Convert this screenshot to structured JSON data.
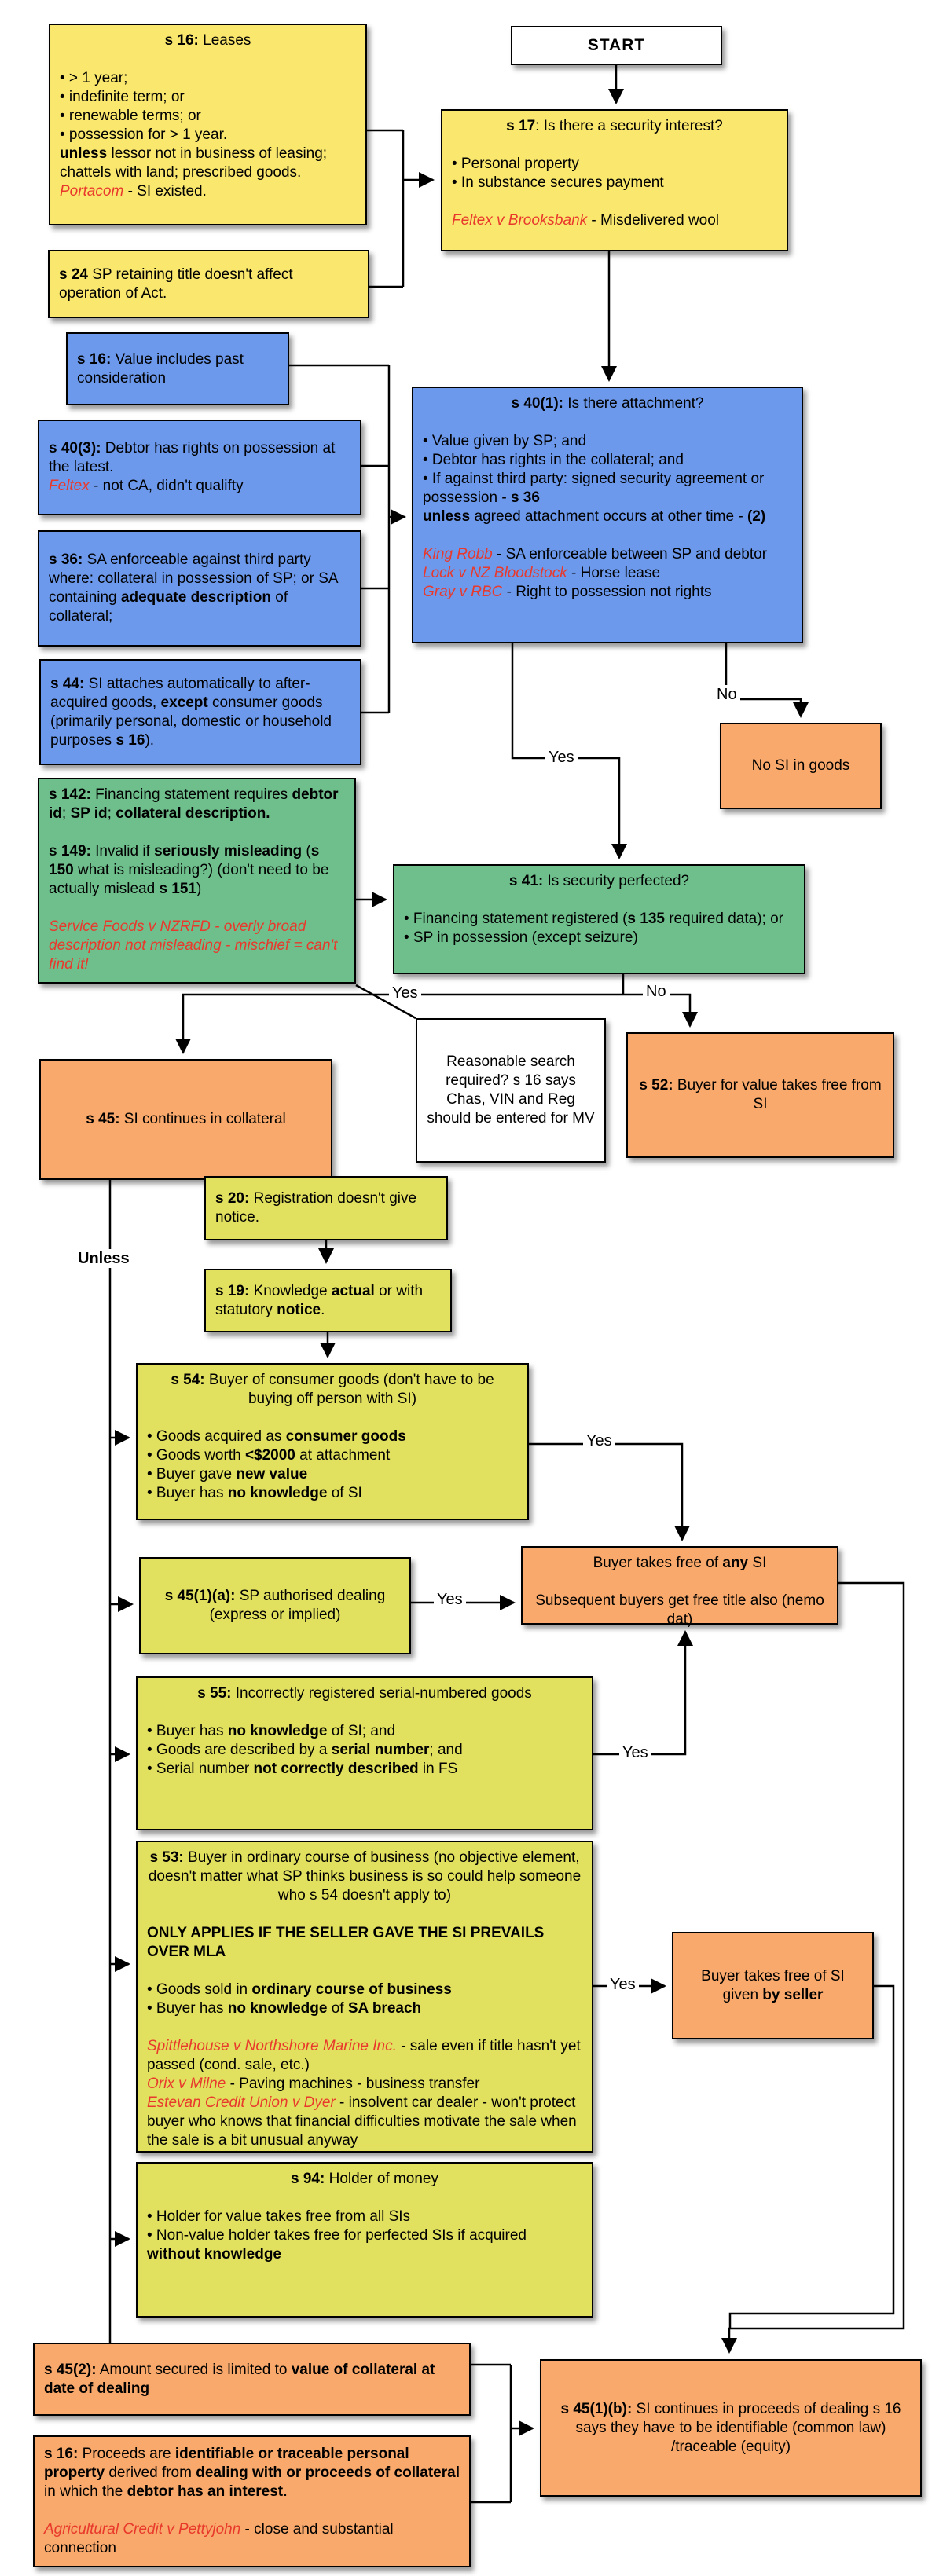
{
  "colors": {
    "yellow": "#FAE76E",
    "blue": "#6C99EC",
    "green": "#6FBF8D",
    "orange": "#F9A96B",
    "olive": "#E2E15F",
    "white": "#FFFFFF",
    "red": "#E8392C",
    "line": "#000000"
  },
  "edge_labels": {
    "yes": "Yes",
    "no": "No",
    "unless": "Unless"
  },
  "nodes": {
    "start": {
      "body": [
        [
          {
            "t": "START",
            "b": 1
          }
        ]
      ]
    },
    "s16_leases": {
      "title": [
        {
          "t": "s 16:",
          "b": 1
        },
        {
          "t": " Leases"
        }
      ],
      "body": [
        [],
        [
          {
            "t": "• > 1 year;"
          }
        ],
        [
          {
            "t": "• indefinite term; or"
          }
        ],
        [
          {
            "t": "• renewable terms; or"
          }
        ],
        [
          {
            "t": "• possession for > 1 year."
          }
        ],
        [
          {
            "t": "unless",
            "b": 1
          },
          {
            "t": " lessor not in business of leasing; chattels with land; prescribed goods."
          }
        ],
        [
          {
            "t": "Portacom",
            "i": 1,
            "r": 1
          },
          {
            "t": " - SI existed."
          }
        ]
      ]
    },
    "s24": {
      "body": [
        [
          {
            "t": "s 24",
            "b": 1
          },
          {
            "t": " SP retaining title doesn't affect operation of Act."
          }
        ]
      ]
    },
    "s17": {
      "title": [
        {
          "t": "s 17",
          "b": 1
        },
        {
          "t": ": Is there a security interest?"
        }
      ],
      "body": [
        [],
        [
          {
            "t": "• Personal property"
          }
        ],
        [
          {
            "t": "• In substance secures payment"
          }
        ],
        [],
        [
          {
            "t": "Feltex v Brooksbank",
            "i": 1,
            "r": 1
          },
          {
            "t": " - Misdelivered wool"
          }
        ]
      ]
    },
    "s16_value": {
      "body": [
        [
          {
            "t": "s 16:",
            "b": 1
          },
          {
            "t": " Value includes past consideration"
          }
        ]
      ]
    },
    "s40_3": {
      "body": [
        [
          {
            "t": "s 40(3):",
            "b": 1
          },
          {
            "t": " Debtor has rights on possession at the latest."
          }
        ],
        [
          {
            "t": "Feltex",
            "i": 1,
            "r": 1
          },
          {
            "t": " - not CA, didn't qualifty"
          }
        ]
      ]
    },
    "s36": {
      "body": [
        [
          {
            "t": "s 36:",
            "b": 1
          },
          {
            "t": " SA enforceable against third party where: collateral in possession of SP; or SA containing "
          },
          {
            "t": "adequate description",
            "b": 1
          },
          {
            "t": " of collateral;"
          }
        ]
      ]
    },
    "s44": {
      "body": [
        [
          {
            "t": "s 44:",
            "b": 1
          },
          {
            "t": " SI attaches automatically to after-acquired goods, "
          },
          {
            "t": "except",
            "b": 1
          },
          {
            "t": " consumer goods (primarily personal, domestic or household purposes "
          },
          {
            "t": "s 16",
            "b": 1
          },
          {
            "t": ")."
          }
        ]
      ]
    },
    "s142": {
      "body": [
        [
          {
            "t": "s 142:",
            "b": 1
          },
          {
            "t": " Financing statement requires "
          },
          {
            "t": "debtor id",
            "b": 1
          },
          {
            "t": "; "
          },
          {
            "t": "SP id",
            "b": 1
          },
          {
            "t": "; "
          },
          {
            "t": "collateral description.",
            "b": 1
          }
        ],
        [],
        [
          {
            "t": "s 149:",
            "b": 1
          },
          {
            "t": " Invalid if "
          },
          {
            "t": "seriously misleading",
            "b": 1
          },
          {
            "t": " ("
          },
          {
            "t": "s 150",
            "b": 1
          },
          {
            "t": " what is misleading?) (don't need to be actually mislead "
          },
          {
            "t": "s 151",
            "b": 1
          },
          {
            "t": ")"
          }
        ],
        [],
        [
          {
            "t": "Service Foods v NZRFD - overly broad description not misleading - mischief = can't find it!",
            "i": 1,
            "r": 1
          }
        ]
      ]
    },
    "s40_1": {
      "title": [
        {
          "t": "s 40(1):",
          "b": 1
        },
        {
          "t": " Is there attachment?"
        }
      ],
      "body": [
        [],
        [
          {
            "t": "• Value given by SP; and"
          }
        ],
        [
          {
            "t": "• Debtor has rights in the collateral; and"
          }
        ],
        [
          {
            "t": "• If against third party: signed security agreement or possession - "
          },
          {
            "t": "s 36",
            "b": 1
          }
        ],
        [
          {
            "t": "unless",
            "b": 1
          },
          {
            "t": " agreed attachment occurs at other time - "
          },
          {
            "t": "(2)",
            "b": 1
          }
        ],
        [],
        [
          {
            "t": "King Robb",
            "i": 1,
            "r": 1
          },
          {
            "t": " - SA enforceable between SP and debtor"
          }
        ],
        [
          {
            "t": "Lock v NZ Bloodstock",
            "i": 1,
            "r": 1
          },
          {
            "t": " - Horse lease"
          }
        ],
        [
          {
            "t": "Gray v RBC",
            "i": 1,
            "r": 1
          },
          {
            "t": " - Right to possession not rights"
          }
        ]
      ]
    },
    "no_si": {
      "body": [
        [
          {
            "t": "No SI in goods"
          }
        ]
      ]
    },
    "s41": {
      "title": [
        {
          "t": "s 41:",
          "b": 1
        },
        {
          "t": " Is security perfected?"
        }
      ],
      "body": [
        [],
        [
          {
            "t": "• Financing statement registered ("
          },
          {
            "t": "s 135",
            "b": 1
          },
          {
            "t": " required data); or"
          }
        ],
        [
          {
            "t": "• SP in possession (except seizure)"
          }
        ]
      ]
    },
    "note": {
      "body": [
        [
          {
            "t": "Reasonable search required? s 16 says Chas, VIN and Reg should be entered for MV"
          }
        ]
      ]
    },
    "s45": {
      "body": [
        [
          {
            "t": "s 45:",
            "b": 1
          },
          {
            "t": " SI continues in collateral"
          }
        ]
      ]
    },
    "s52": {
      "body": [
        [
          {
            "t": "s 52:",
            "b": 1
          },
          {
            "t": " Buyer for value takes free from SI"
          }
        ]
      ]
    },
    "s20": {
      "body": [
        [
          {
            "t": "s 20:",
            "b": 1
          },
          {
            "t": " Registration doesn't give notice."
          }
        ]
      ]
    },
    "s19": {
      "body": [
        [
          {
            "t": "s 19:",
            "b": 1
          },
          {
            "t": " Knowledge "
          },
          {
            "t": "actual",
            "b": 1
          },
          {
            "t": " or with statutory "
          },
          {
            "t": "notice",
            "b": 1
          },
          {
            "t": "."
          }
        ]
      ]
    },
    "s54": {
      "title": [
        {
          "t": "s 54:",
          "b": 1
        },
        {
          "t": " Buyer of consumer goods (don't have to be buying off person with SI)"
        }
      ],
      "body": [
        [],
        [
          {
            "t": "• Goods acquired as "
          },
          {
            "t": "consumer goods",
            "b": 1
          }
        ],
        [
          {
            "t": "• Goods worth "
          },
          {
            "t": "<$2000",
            "b": 1
          },
          {
            "t": " at attachment"
          }
        ],
        [
          {
            "t": "• Buyer gave "
          },
          {
            "t": "new value",
            "b": 1
          }
        ],
        [
          {
            "t": "• Buyer has "
          },
          {
            "t": "no knowledge",
            "b": 1
          },
          {
            "t": " of SI"
          }
        ]
      ]
    },
    "s45_1_a": {
      "body": [
        [
          {
            "t": "s 45(1)(a):",
            "b": 1
          },
          {
            "t": " SP authorised dealing (express or implied)"
          }
        ]
      ]
    },
    "any_si": {
      "body": [
        [
          {
            "t": "Buyer takes free of "
          },
          {
            "t": "any",
            "b": 1
          },
          {
            "t": " SI"
          }
        ],
        [],
        [
          {
            "t": "Subsequent buyers get free title also (nemo dat)"
          }
        ]
      ]
    },
    "s55": {
      "title": [
        {
          "t": "s 55:",
          "b": 1
        },
        {
          "t": " Incorrectly registered serial-numbered goods"
        }
      ],
      "body": [
        [],
        [
          {
            "t": "• Buyer has "
          },
          {
            "t": "no knowledge",
            "b": 1
          },
          {
            "t": " of SI; and"
          }
        ],
        [
          {
            "t": "• Goods are described by a "
          },
          {
            "t": "serial number",
            "b": 1
          },
          {
            "t": "; and"
          }
        ],
        [
          {
            "t": "• Serial number "
          },
          {
            "t": "not correctly described",
            "b": 1
          },
          {
            "t": " in FS"
          }
        ]
      ]
    },
    "s53": {
      "title": [
        {
          "t": "s 53:",
          "b": 1
        },
        {
          "t": " Buyer in ordinary course of business (no objective element, doesn't matter what SP thinks business is so could help someone who s 54 doesn't apply to)"
        }
      ],
      "body": [
        [],
        [
          {
            "t": "ONLY APPLIES IF THE SELLER GAVE THE SI PREVAILS OVER MLA",
            "b": 1
          }
        ],
        [],
        [
          {
            "t": "• Goods sold in "
          },
          {
            "t": "ordinary course of business",
            "b": 1
          }
        ],
        [
          {
            "t": "• Buyer has "
          },
          {
            "t": "no knowledge",
            "b": 1
          },
          {
            "t": " of "
          },
          {
            "t": "SA breach",
            "b": 1
          }
        ],
        [],
        [
          {
            "t": "Spittlehouse v Northshore Marine Inc.",
            "i": 1,
            "r": 1
          },
          {
            "t": " - sale even if title hasn't yet passed (cond. sale, etc.)"
          }
        ],
        [
          {
            "t": "Orix v Milne",
            "i": 1,
            "r": 1
          },
          {
            "t": " - Paving machines - business transfer"
          }
        ],
        [
          {
            "t": "Estevan Credit Union v Dyer",
            "i": 1,
            "r": 1
          },
          {
            "t": " - insolvent car dealer - won't protect buyer who knows that financial difficulties motivate the sale when the sale is a bit unusual anyway"
          }
        ]
      ]
    },
    "seller": {
      "body": [
        [
          {
            "t": "Buyer takes free of SI given "
          },
          {
            "t": "by seller",
            "b": 1
          }
        ]
      ]
    },
    "s94": {
      "title": [
        {
          "t": "s 94:",
          "b": 1
        },
        {
          "t": " Holder of money"
        }
      ],
      "body": [
        [],
        [
          {
            "t": "• Holder for value takes free from all SIs"
          }
        ],
        [
          {
            "t": "• Non-value holder takes free for perfected SIs if acquired "
          },
          {
            "t": "without knowledge",
            "b": 1
          }
        ]
      ]
    },
    "s45_2": {
      "body": [
        [
          {
            "t": "s 45(2):",
            "b": 1
          },
          {
            "t": " Amount secured is limited to "
          },
          {
            "t": "value of collateral at date of dealing",
            "b": 1
          }
        ]
      ]
    },
    "s16_proceeds": {
      "body": [
        [
          {
            "t": "s 16:",
            "b": 1
          },
          {
            "t": " Proceeds are "
          },
          {
            "t": "identifiable or traceable personal property",
            "b": 1
          },
          {
            "t": " derived from "
          },
          {
            "t": "dealing with or proceeds of collateral",
            "b": 1
          },
          {
            "t": " in which the "
          },
          {
            "t": "debtor has an interest.",
            "b": 1
          }
        ],
        [],
        [
          {
            "t": "Agricultural Credit v Pettyjohn",
            "i": 1,
            "r": 1
          },
          {
            "t": " - close and substantial connection"
          }
        ]
      ]
    },
    "s45_1_b": {
      "body": [
        [
          {
            "t": "s 45(1)(b):",
            "b": 1
          },
          {
            "t": " SI continues in proceeds of dealing s 16 says they have to be identifiable (common law) /traceable (equity)"
          }
        ]
      ]
    }
  }
}
